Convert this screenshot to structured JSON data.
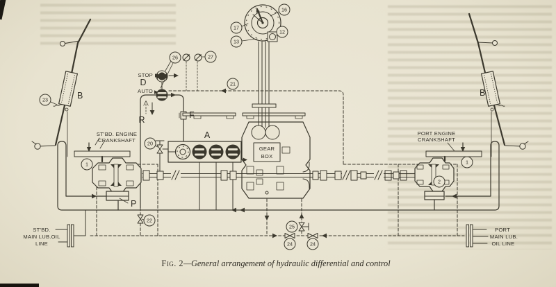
{
  "caption": {
    "prefix": "Fig. 2",
    "rest": "—General arrangement of hydraulic differential and control"
  },
  "labels": {
    "stbd_engine": [
      "ST'BD. ENGINE",
      "CRANKSHAFT"
    ],
    "port_engine": [
      "PORT ENGINE",
      "CRANKSHAFT"
    ],
    "gearbox": [
      "GEAR",
      "BOX"
    ]
  },
  "lub": {
    "stbd": [
      "ST'BD.",
      "MAIN LUB.OIL",
      "LINE"
    ],
    "port": [
      "PORT",
      "MAIN LUB.",
      "OIL LINE"
    ]
  },
  "letters": {
    "a": "A",
    "b": "B",
    "d": "D",
    "f": "F",
    "p": "P",
    "r": "R",
    "stop": "STOP",
    "auto": "AUTO"
  },
  "callouts": {
    "1": "1",
    "2": "2",
    "12": "12",
    "13": "13",
    "16": "16",
    "17": "17",
    "20": "20",
    "21": "21",
    "22": "22",
    "23": "23",
    "24": "24",
    "25": "25",
    "26": "26",
    "27": "27"
  },
  "colors": {
    "paper": "#e9e4d2",
    "ink": "#3b382d"
  }
}
